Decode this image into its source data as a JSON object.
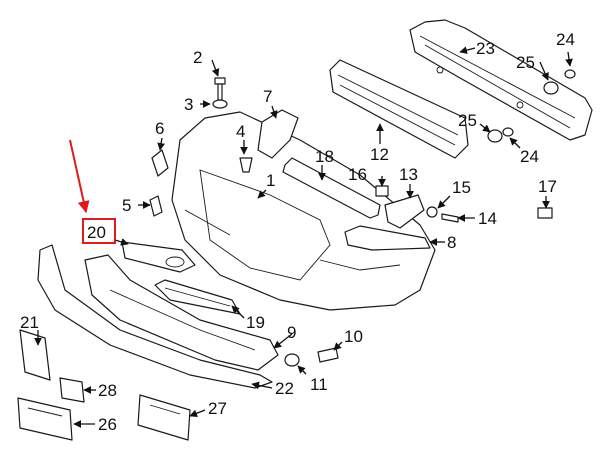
{
  "colors": {
    "highlight": "#e01b1b",
    "ink": "#1a1a1a"
  },
  "callouts": [
    {
      "id": "1",
      "text": "1"
    },
    {
      "id": "2",
      "text": "2"
    },
    {
      "id": "3",
      "text": "3"
    },
    {
      "id": "4",
      "text": "4"
    },
    {
      "id": "5",
      "text": "5"
    },
    {
      "id": "6",
      "text": "6"
    },
    {
      "id": "7",
      "text": "7"
    },
    {
      "id": "8",
      "text": "8"
    },
    {
      "id": "9",
      "text": "9"
    },
    {
      "id": "10",
      "text": "10"
    },
    {
      "id": "11",
      "text": "11"
    },
    {
      "id": "12",
      "text": "12"
    },
    {
      "id": "13",
      "text": "13"
    },
    {
      "id": "14",
      "text": "14"
    },
    {
      "id": "15",
      "text": "15"
    },
    {
      "id": "16",
      "text": "16"
    },
    {
      "id": "17",
      "text": "17"
    },
    {
      "id": "18",
      "text": "18"
    },
    {
      "id": "19",
      "text": "19"
    },
    {
      "id": "20",
      "text": "20"
    },
    {
      "id": "21",
      "text": "21"
    },
    {
      "id": "22",
      "text": "22"
    },
    {
      "id": "23",
      "text": "23"
    },
    {
      "id": "24a",
      "text": "24"
    },
    {
      "id": "24b",
      "text": "24"
    },
    {
      "id": "25a",
      "text": "25"
    },
    {
      "id": "25b",
      "text": "25"
    },
    {
      "id": "26",
      "text": "26"
    },
    {
      "id": "27",
      "text": "27"
    },
    {
      "id": "28",
      "text": "28"
    }
  ],
  "highlighted_callout": "20"
}
